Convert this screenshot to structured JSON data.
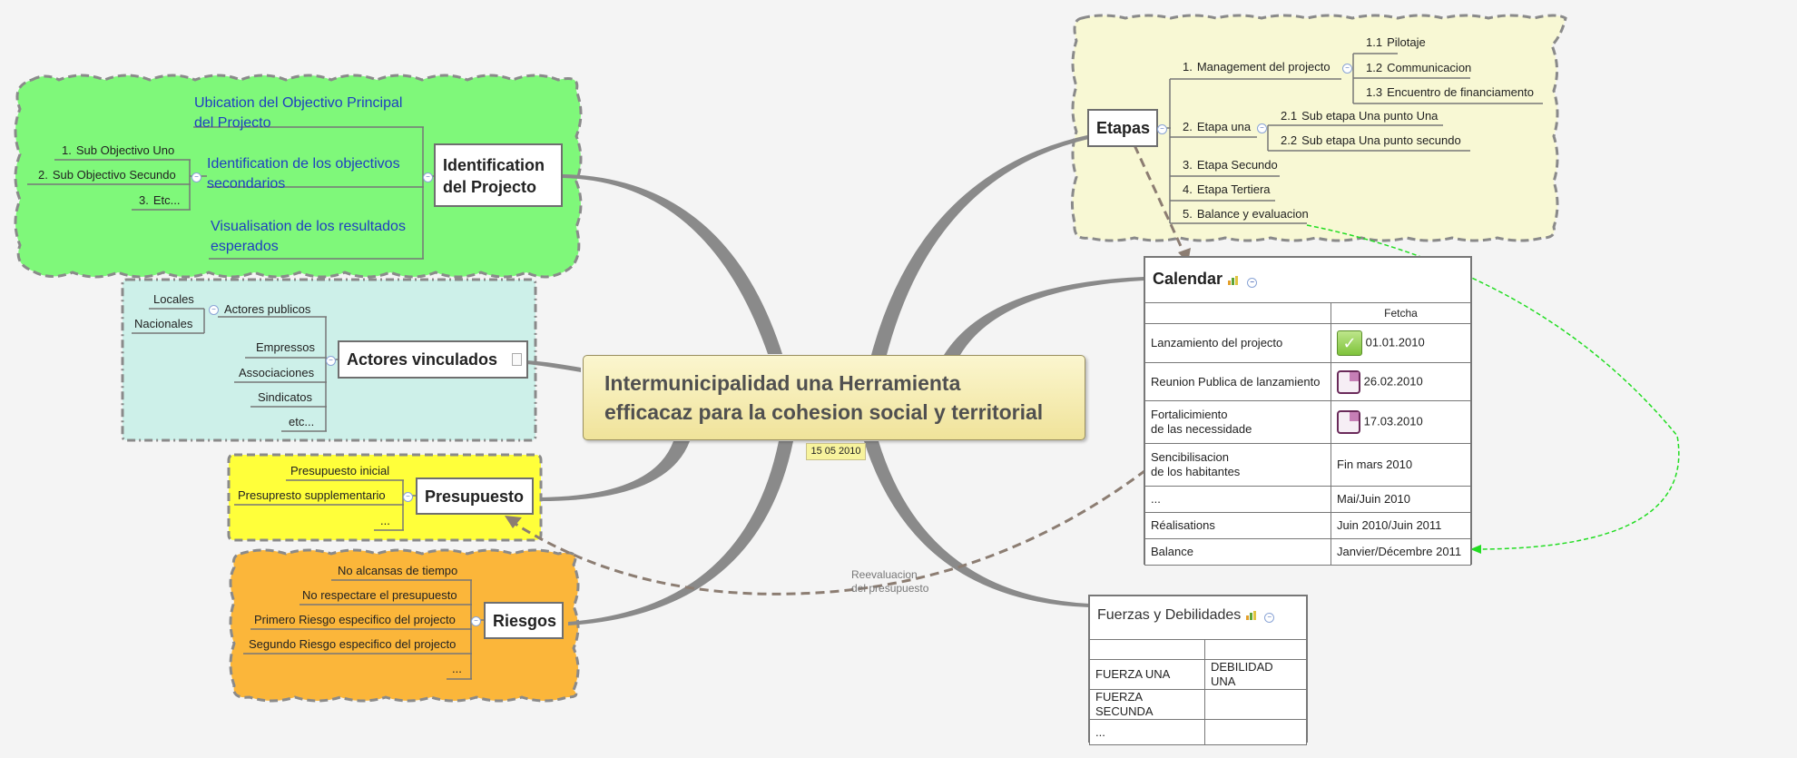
{
  "central": {
    "line1": "Intermunicipalidad una Herramienta",
    "line2": "efficacaz para la cohesion social y territorial",
    "date": "15 05 2010"
  },
  "identification": {
    "title_line1": "Identification",
    "title_line2": "del Projecto",
    "item1_line1": "Ubication del Objectivo Principal",
    "item1_line2": "del Projecto",
    "item2_line1": "Identification de los objectivos",
    "item2_line2": "secondarios",
    "item3_line1": "Visualisation de los resultados",
    "item3_line2": "esperados",
    "sub": [
      {
        "num": "1.",
        "label": "Sub Objectivo Uno"
      },
      {
        "num": "2.",
        "label": "Sub Objectivo Secundo"
      },
      {
        "num": "3.",
        "label": "Etc..."
      }
    ]
  },
  "actores": {
    "title": "Actores vinculados",
    "publicos": "Actores publicos",
    "locales": "Locales",
    "nacionales": "Nacionales",
    "items": [
      "Empressos",
      "Associaciones",
      "Sindicatos",
      "etc..."
    ]
  },
  "presupuesto": {
    "title": "Presupuesto",
    "items": [
      "Presupuesto inicial",
      "Presupresto supplementario",
      "..."
    ]
  },
  "riesgos": {
    "title": "Riesgos",
    "items": [
      "No alcansas de tiempo",
      "No respectare el presupuesto",
      "Primero Riesgo especifico del projecto",
      "Segundo Riesgo especifico del projecto",
      "..."
    ]
  },
  "etapas": {
    "title": "Etapas",
    "items": [
      {
        "num": "1.",
        "label": "Management del projecto"
      },
      {
        "num": "2.",
        "label": "Etapa una"
      },
      {
        "num": "3.",
        "label": "Etapa Secundo"
      },
      {
        "num": "4.",
        "label": "Etapa Tertiera"
      },
      {
        "num": "5.",
        "label": "Balance y evaluacion"
      }
    ],
    "sub1": [
      {
        "num": "1.1",
        "label": "Pilotaje"
      },
      {
        "num": "1.2",
        "label": "Communicacion"
      },
      {
        "num": "1.3",
        "label": "Encuentro de financiamento"
      }
    ],
    "sub2": [
      {
        "num": "2.1",
        "label": "Sub etapa Una punto Una"
      },
      {
        "num": "2.2",
        "label": "Sub etapa Una punto secundo"
      }
    ]
  },
  "calendar": {
    "title": "Calendar",
    "header": "Fetcha",
    "rows": [
      {
        "a": "Lanzamiento del projecto",
        "b": "01.01.2010"
      },
      {
        "a": "Reunion Publica de lanzamiento",
        "b": "26.02.2010"
      },
      {
        "a1": "Fortalicimiento",
        "a2": "de las necessidade",
        "b": "17.03.2010"
      },
      {
        "a1": "Sencibilisacion",
        "a2": "de los habitantes",
        "b": "Fin mars 2010"
      },
      {
        "a": "...",
        "b": "Mai/Juin 2010"
      },
      {
        "a": "Réalisations",
        "b": "Juin 2010/Juin 2011"
      },
      {
        "a": "Balance",
        "b": "Janvier/Décembre 2011"
      }
    ]
  },
  "fuerzas": {
    "title": "Fuerzas y Debilidades",
    "rows": [
      [
        "FUERZA UNA",
        "DEBILIDAD UNA"
      ],
      [
        "FUERZA SECUNDA",
        ""
      ],
      [
        "...",
        ""
      ]
    ]
  },
  "relationship_label": {
    "line1": "Reevaluacion",
    "line2": "del presupuesto"
  },
  "colors": {
    "green": "#7ff87a",
    "cyan": "#cdf0e9",
    "yellow": "#ffff3a",
    "orange": "#fbb63a",
    "etapas_bg": "#f8f8d4",
    "link": "#777777",
    "dashed_link": "#8c7d72",
    "green_arrow": "#22dd22"
  }
}
